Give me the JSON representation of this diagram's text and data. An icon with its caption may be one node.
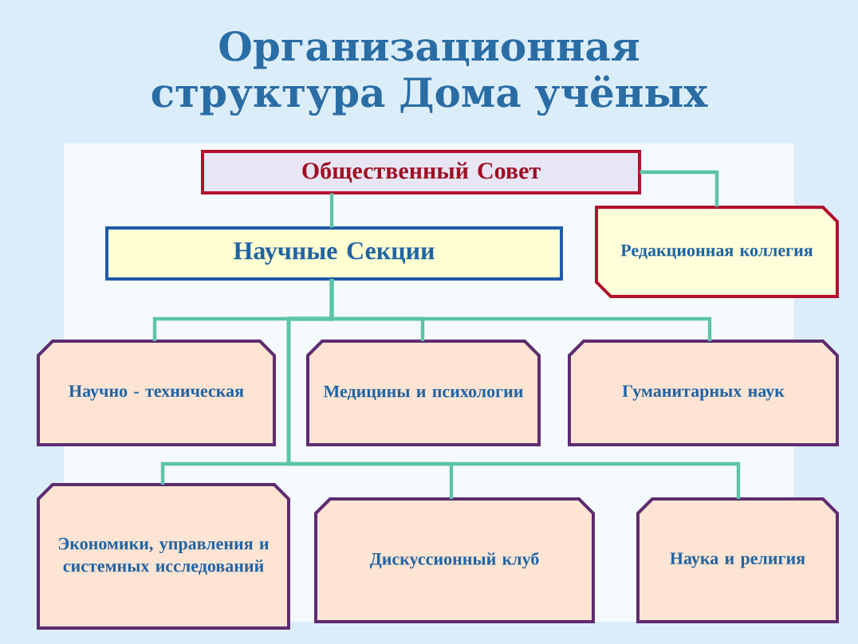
{
  "diagram": {
    "title": "Организационная структура Дома учёных",
    "nodes": [
      {
        "text": [
          "Общественный Совет"
        ]
      },
      {
        "text": [
          "Научные Секции"
        ]
      },
      {
        "text": [
          "Редакционная коллегия"
        ]
      },
      {
        "text": [
          "Научно - техническая"
        ]
      },
      {
        "text": [
          "Медицины и психологии"
        ]
      },
      {
        "text": [
          "Гуманитарных наук"
        ]
      },
      {
        "text": [
          "Экономики, управления и системных исследований"
        ]
      },
      {
        "text": [
          "Дискуссионный клуб"
        ]
      },
      {
        "text": [
          "Наука и религия"
        ]
      }
    ],
    "edges": [
      {
        "from": 0,
        "to": 1,
        "arrow": "none"
      },
      {
        "from": 0,
        "to": 2,
        "arrow": "none"
      },
      {
        "from": 1,
        "to": 3,
        "arrow": "none"
      },
      {
        "from": 1,
        "to": 4,
        "arrow": "none"
      },
      {
        "from": 1,
        "to": 5,
        "arrow": "none"
      },
      {
        "from": 1,
        "to": 6,
        "arrow": "none"
      },
      {
        "from": 1,
        "to": 7,
        "arrow": "none"
      },
      {
        "from": 1,
        "to": 8,
        "arrow": "none"
      }
    ]
  }
}
